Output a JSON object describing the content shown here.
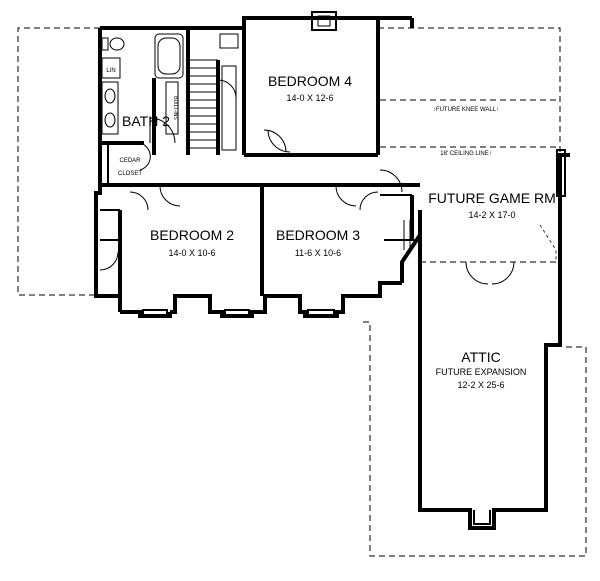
{
  "rooms": {
    "bedroom4": {
      "name": "BEDROOM 4",
      "dims": "14-0 X 12-6"
    },
    "bath2": {
      "name": "BATH 2"
    },
    "bedroom2": {
      "name": "BEDROOM 2",
      "dims": "14-0 X 10-6"
    },
    "bedroom3": {
      "name": "BEDROOM 3",
      "dims": "11-6 X 10-6"
    },
    "game_room": {
      "name": "FUTURE GAME RM",
      "dims": "14-2 X 17-0"
    },
    "attic": {
      "name": "ATTIC",
      "subtitle": "FUTURE EXPANSION",
      "dims": "12-2 X 25-6"
    }
  },
  "labels": {
    "linen": "LIN",
    "built_ins": "BUILT-INS",
    "cedar_closet_1": "CEDAR",
    "cedar_closet_2": "CLOSET",
    "knee_wall": "↑FUTURE KNEE WALL↑",
    "ceiling_line": "18' CEILING LINE↑"
  }
}
